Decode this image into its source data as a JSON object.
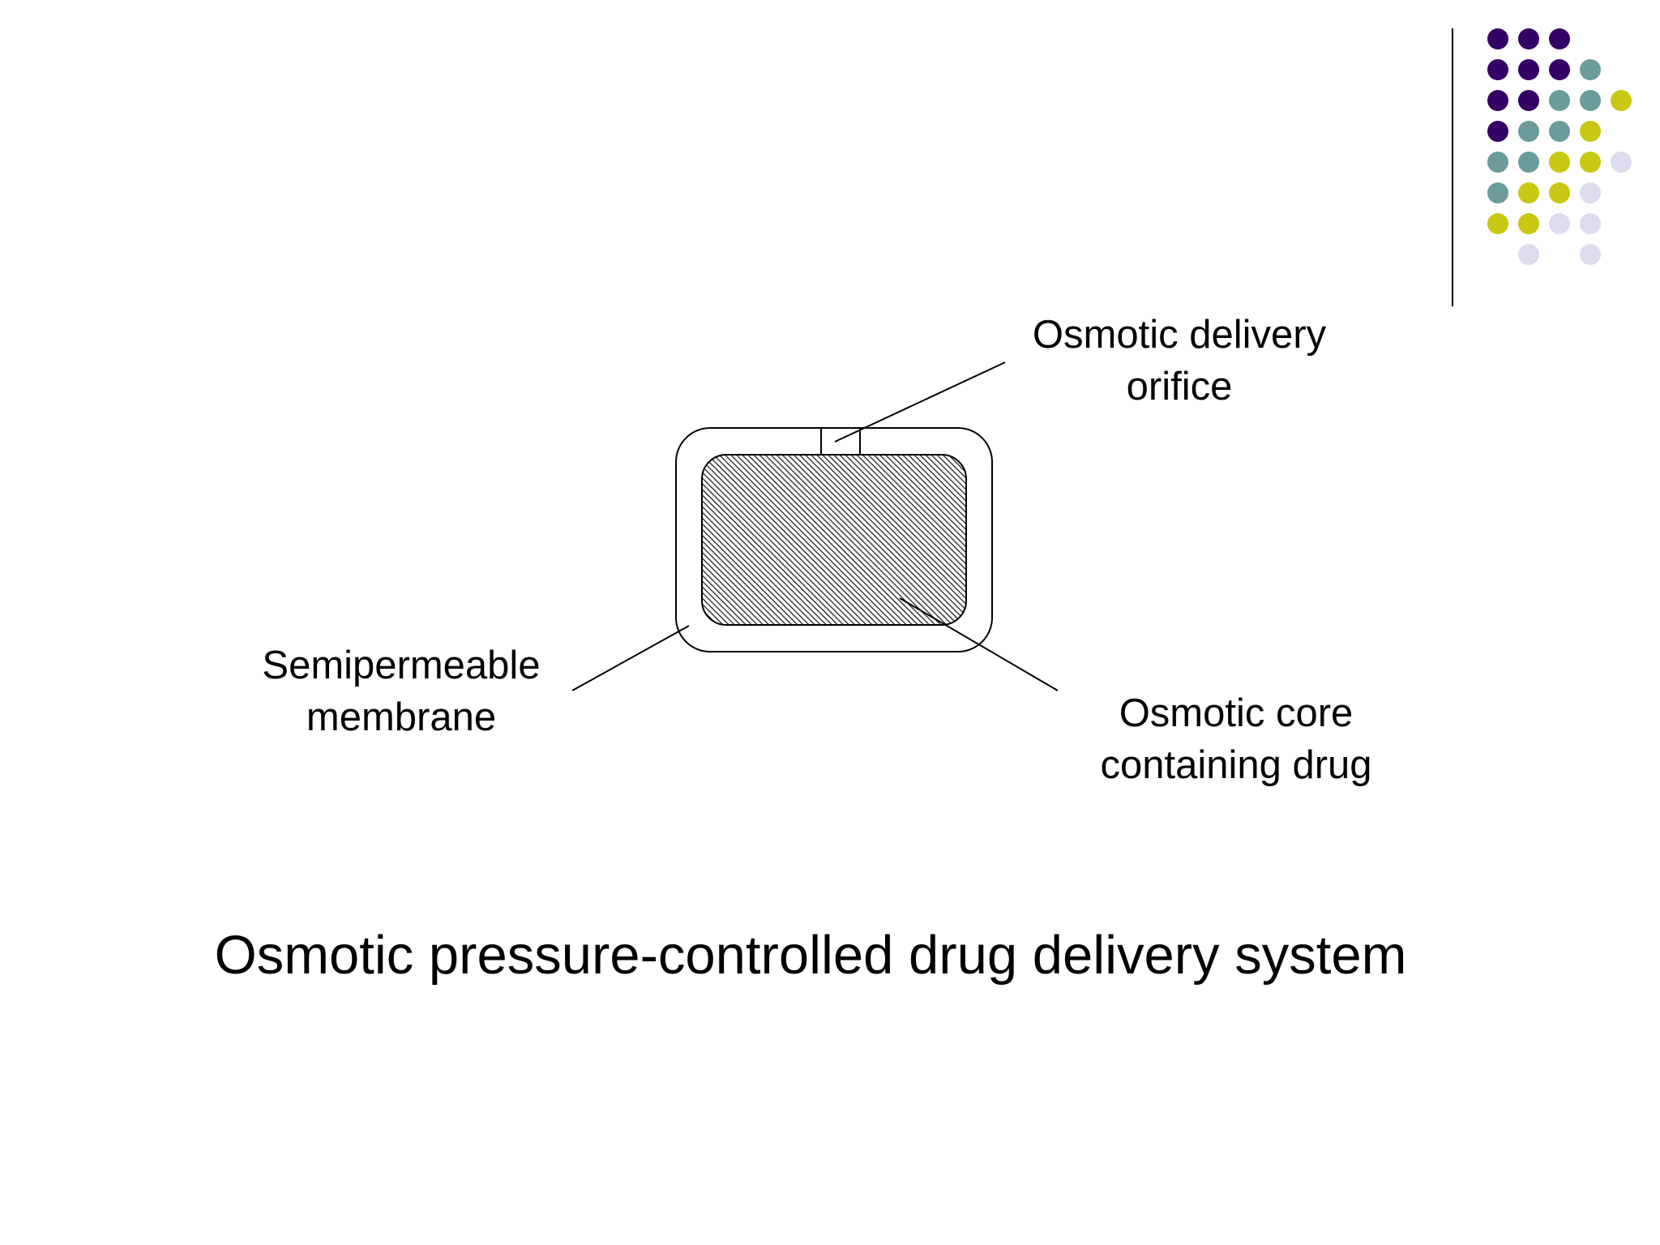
{
  "slide": {
    "caption": "Osmotic pressure-controlled drug delivery system"
  },
  "diagram": {
    "labels": {
      "orifice": {
        "line1": "Osmotic delivery",
        "line2": "orifice"
      },
      "membrane": {
        "line1": "Semipermeable",
        "line2": "membrane"
      },
      "core": {
        "line1": "Osmotic core",
        "line2": "containing drug"
      }
    }
  },
  "decoration": {
    "dot_colors": {
      "purple": "#330066",
      "teal": "#6b9b9b",
      "olive": "#c8c812",
      "lavender": "#dcdcee"
    },
    "rule_color": "#000000"
  }
}
